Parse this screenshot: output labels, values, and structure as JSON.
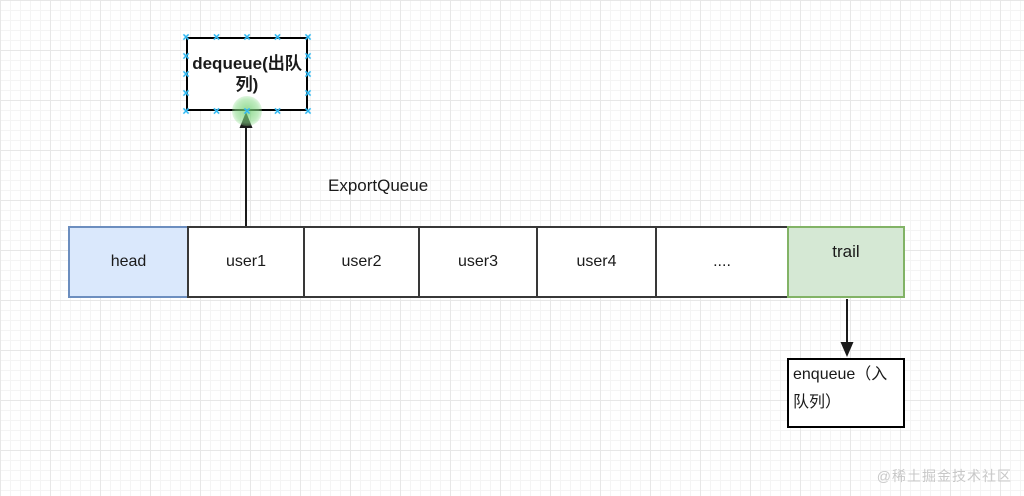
{
  "labels": {
    "dequeue": "dequeue(出队列)",
    "export_queue": "ExportQueue",
    "enqueue": "enqueue（入队列）"
  },
  "queue": {
    "cells": [
      {
        "label": "head",
        "role": "head pointer"
      },
      {
        "label": "user1",
        "role": "element"
      },
      {
        "label": "user2",
        "role": "element"
      },
      {
        "label": "user3",
        "role": "element"
      },
      {
        "label": "user4",
        "role": "element"
      },
      {
        "label": "....",
        "role": "ellipsis"
      },
      {
        "label": "trail",
        "role": "tail pointer"
      }
    ]
  },
  "colors": {
    "head_fill": "#dae8fc",
    "head_border": "#6c8ebf",
    "trail_fill": "#d5e8d4",
    "trail_border": "#82b366",
    "cell_border": "#383838",
    "connection_point_blue": "#29b6f2",
    "highlight_green": "#8cd98c",
    "watermark_gray": "#c8c8c8"
  },
  "watermark": "@稀土掘金技术社区"
}
